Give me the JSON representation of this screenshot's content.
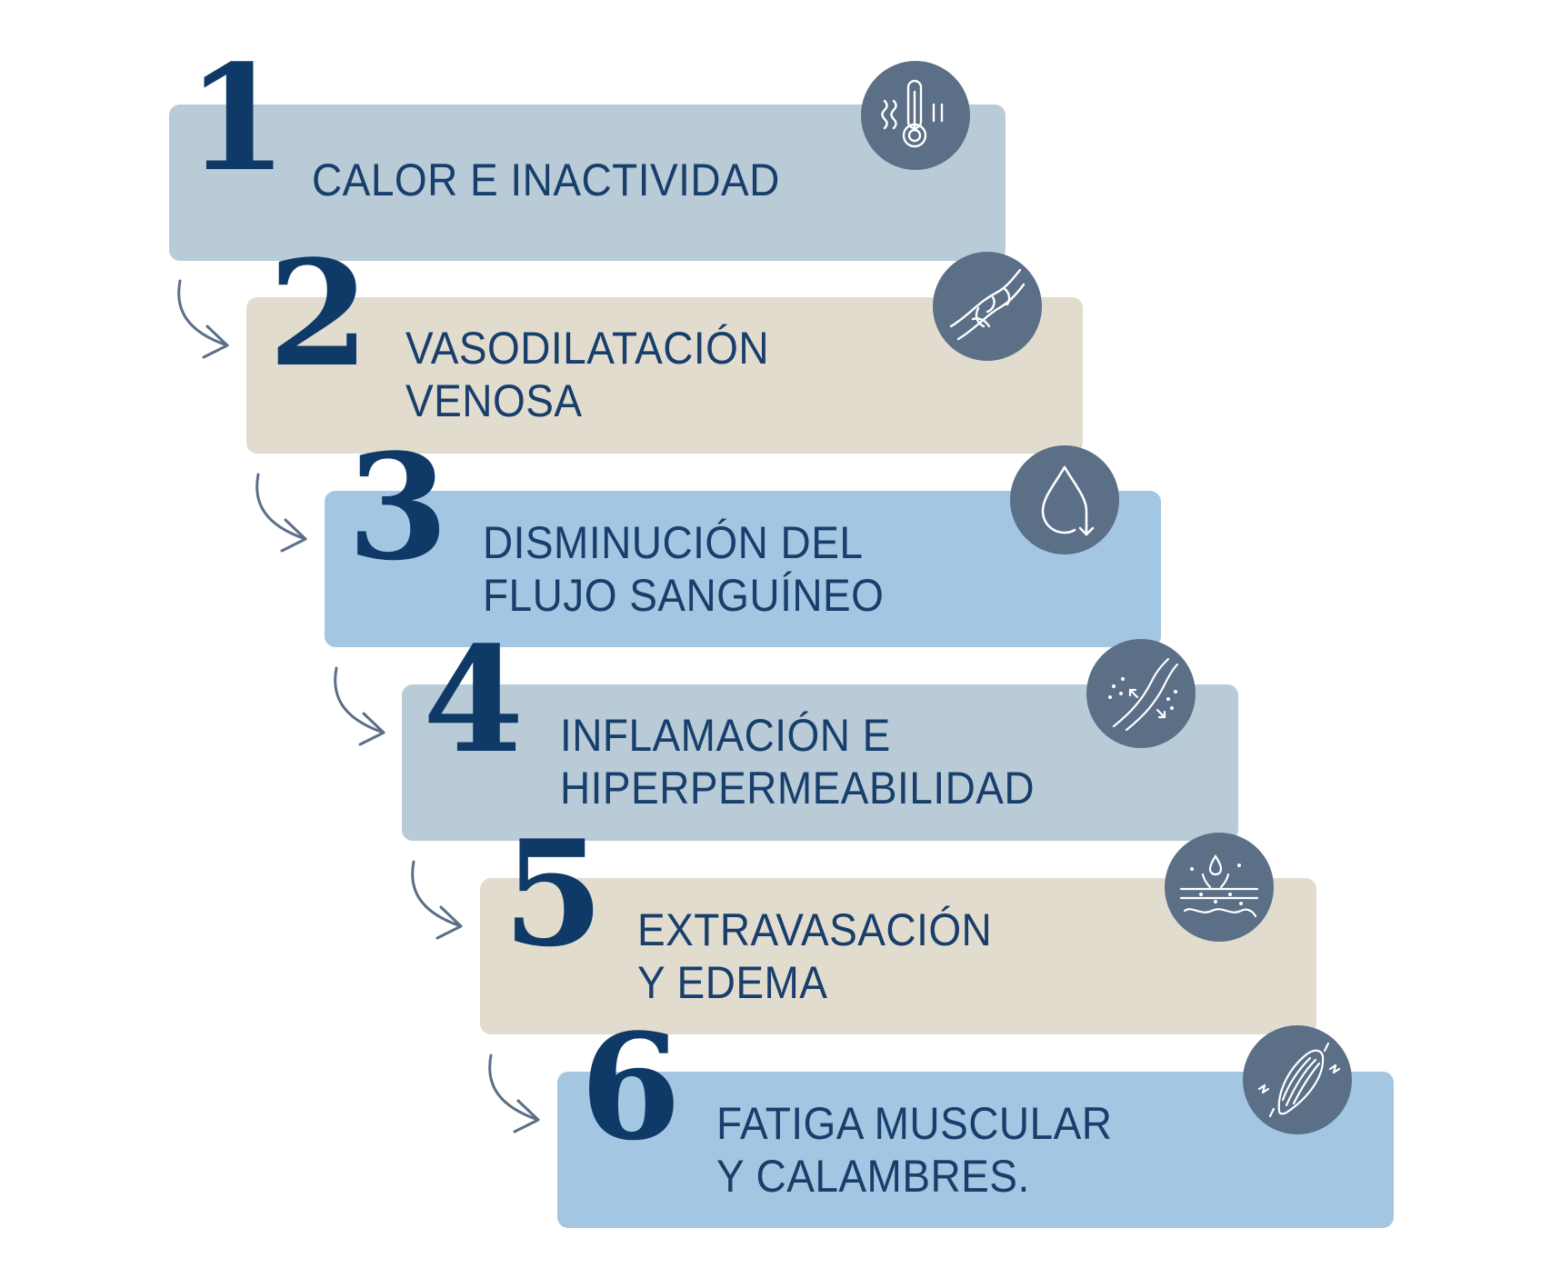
{
  "steps": [
    {
      "number": "1",
      "lines": [
        "CALOR E INACTIVIDAD"
      ],
      "color": "#b8cbd7",
      "icon": "thermometer-icon"
    },
    {
      "number": "2",
      "lines": [
        "VASODILATACIÓN",
        "VENOSA"
      ],
      "color": "#e2dccf",
      "icon": "veins-icon"
    },
    {
      "number": "3",
      "lines": [
        "DISMINUCIÓN DEL",
        "FLUJO SANGUÍNEO"
      ],
      "color": "#a3c7e3",
      "icon": "blood-drop-icon"
    },
    {
      "number": "4",
      "lines": [
        "INFLAMACIÓN E",
        "HIPERPERMEABILIDAD"
      ],
      "color": "#b8cbd7",
      "icon": "inflamed-vessel-icon"
    },
    {
      "number": "5",
      "lines": [
        "EXTRAVASACIÓN",
        "Y EDEMA"
      ],
      "color": "#e2dccf",
      "icon": "edema-icon"
    },
    {
      "number": "6",
      "lines": [
        "FATIGA MUSCULAR",
        "Y CALAMBRES."
      ],
      "color": "#a3c7e3",
      "icon": "muscle-icon"
    }
  ],
  "colors": {
    "number": "#0f3a68",
    "text": "#183f6c",
    "icon_bg": "#5b6f87",
    "arrow": "#5b6f87"
  }
}
